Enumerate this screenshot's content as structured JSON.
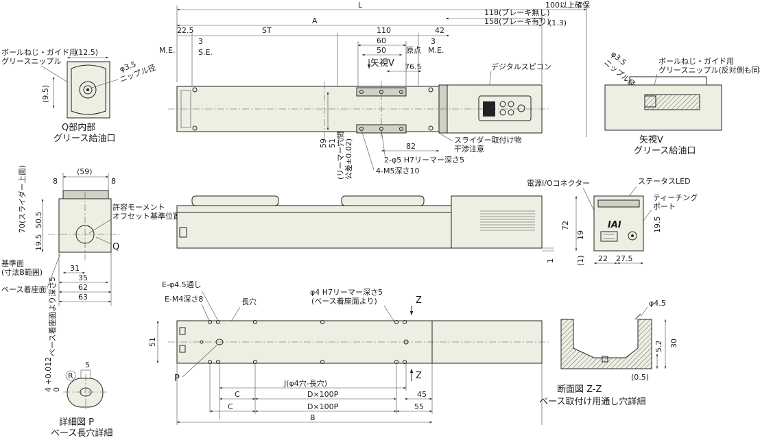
{
  "dims_top": {
    "L": "L",
    "A": "A",
    "st": "ST",
    "d22_5": "22.5",
    "d110": "110",
    "d42": "42",
    "d60": "60",
    "d50": "50",
    "d3a": "3",
    "d3b": "3",
    "me_left": "M.E.",
    "se": "S.E.",
    "origin": "原点",
    "me_right": "M.E.",
    "brake_none": "118(ブレーキ無し)",
    "brake_with": "158(ブレーキ有り)",
    "clearance": "100以上確保",
    "d1_3": "(1.3)",
    "d76_5": "76.5",
    "view_v_arrow": "矢視V",
    "digital_speed": "デジタルスピコン",
    "d59": "59",
    "d51": "51",
    "reamer_note_1": "(リーマー穴間",
    "reamer_note_2": "公差±0.02)",
    "d82": "82",
    "slider_note_1": "スライダー取付け物",
    "slider_note_2": "干渉注意",
    "hole_2phi5": "2-φ5 H7リーマー深さ5",
    "hole_4m5": "4-M5深さ10"
  },
  "view_q": {
    "note_1": "ボールねじ・ガイド用",
    "note_2": "グリースニップル",
    "d12_5": "(12.5)",
    "d9_5": "(9.5)",
    "phi3_5": "φ3.5",
    "nipple": "ニップル径",
    "caption_1": "Q部内部",
    "caption_2": "グリース給油口"
  },
  "view_v": {
    "phi3_5": "φ3.5",
    "nipple": "ニップル径",
    "note_1": "ボールねじ・ガイド用",
    "note_2": "グリースニップル(反対側も同様)",
    "caption_1": "矢視V",
    "caption_2": "グリース給油口"
  },
  "end_view": {
    "d59": "(59)",
    "d8a": "8",
    "d8b": "8",
    "d50_5": "50.5",
    "d70": "70(スライダー上面)",
    "d19_5": "19.5",
    "d31": "31",
    "d35": "35",
    "d62": "62",
    "d63": "63",
    "moment_1": "許容モーメント",
    "moment_2": "オフセット基準位置",
    "q": "Q",
    "ref_1": "基準面",
    "ref_2": "(寸法B範囲)",
    "base_face": "ベース着座面"
  },
  "side_view": {
    "d1": "1"
  },
  "motor_end": {
    "power": "電源I/Oコネクター",
    "status": "ステータスLED",
    "teach_1": "ティーチング",
    "teach_2": "ポート",
    "logo": "IAI",
    "d72": "72",
    "d19": "19",
    "d19_5": "19.5",
    "d1": "(1)",
    "d22": "22",
    "d27_5": "27.5"
  },
  "bottom_view": {
    "e_phi4_5": "E-φ4.5通し",
    "e_m4": "E-M4深さ8",
    "slot": "長穴",
    "phi4_note_1": "φ4 H7リーマー深さ5",
    "phi4_note_2": "(ベース着座面より)",
    "z_top": "Z",
    "z_bottom": "Z",
    "d51": "51",
    "p": "P",
    "j": "J(φ4穴-長穴)",
    "c1": "C",
    "c2": "C",
    "dx1": "D×100P",
    "dx2": "D×100P",
    "d45": "45",
    "d55": "55",
    "b": "B"
  },
  "detail_p": {
    "depth_1": "4 +0.012",
    "depth_0": "0",
    "depth_text": "ベース着座面より深さ5",
    "d5": "5",
    "r": "R",
    "caption_1": "詳細図 P",
    "caption_2": "ベース長穴詳細"
  },
  "section_zz": {
    "phi4_5": "φ4.5",
    "d5_2": "5.2",
    "d30": "30",
    "d0_5": "(0.5)",
    "caption_1": "断面図 Z-Z",
    "caption_2": "ベース取付け用通し穴詳細"
  }
}
